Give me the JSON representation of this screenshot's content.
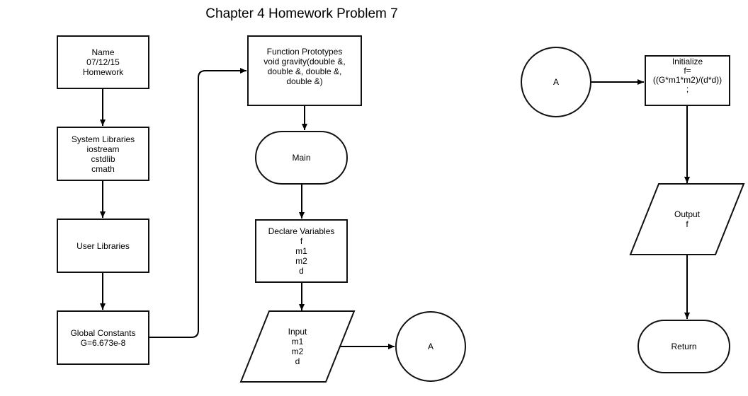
{
  "title": "Chapter 4 Homework Problem 7",
  "nodes": {
    "header": [
      "Name",
      "07/12/15",
      "Homework"
    ],
    "system_libraries": [
      "System Libraries",
      "iostream",
      "cstdlib",
      "cmath"
    ],
    "user_libraries": [
      "User Libraries"
    ],
    "global_constants": [
      "Global Constants",
      "G=6.673e-8"
    ],
    "function_prototypes": [
      "Function Prototypes",
      "void gravity(double &,",
      "double &, double &,",
      "double &)"
    ],
    "main": [
      "Main"
    ],
    "declare_variables": [
      "Declare Variables",
      "f",
      "m1",
      "m2",
      "d"
    ],
    "input": [
      "Input",
      "m1",
      "m2",
      "d"
    ],
    "connector_a_out": [
      "A"
    ],
    "connector_a_in": [
      "A"
    ],
    "initialize": [
      "Initialize",
      "f=",
      "((G*m1*m2)/(d*d))",
      ";"
    ],
    "output": [
      "Output",
      "f"
    ],
    "return": [
      "Return"
    ]
  }
}
